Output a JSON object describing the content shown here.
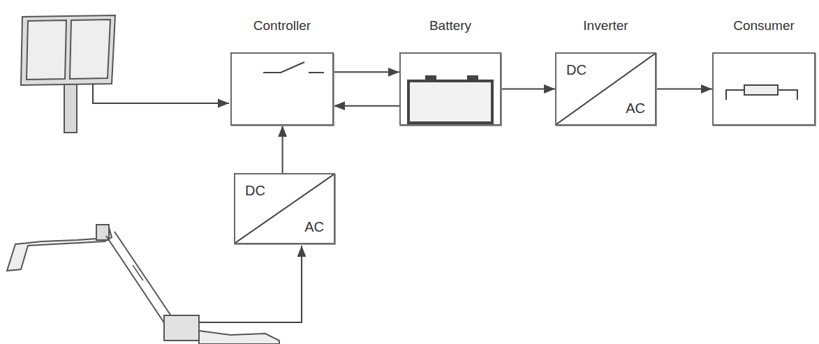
{
  "diagram": {
    "nodes": [
      {
        "text": [
          "Controller"
        ]
      },
      {
        "text": [
          "Battery"
        ]
      },
      {
        "text": [
          "Inverter",
          "DC",
          "AC"
        ]
      },
      {
        "text": [
          "Consumer"
        ]
      },
      {
        "text": [
          "DC",
          "AC"
        ]
      }
    ],
    "edges": [
      {
        "from": 0,
        "to": 1,
        "arrow": "to"
      },
      {
        "from": 1,
        "to": 0,
        "arrow": "to"
      },
      {
        "from": 1,
        "to": 2,
        "arrow": "to"
      },
      {
        "from": 2,
        "to": 3,
        "arrow": "to"
      },
      {
        "from": 4,
        "to": 0,
        "arrow": "to"
      }
    ]
  }
}
